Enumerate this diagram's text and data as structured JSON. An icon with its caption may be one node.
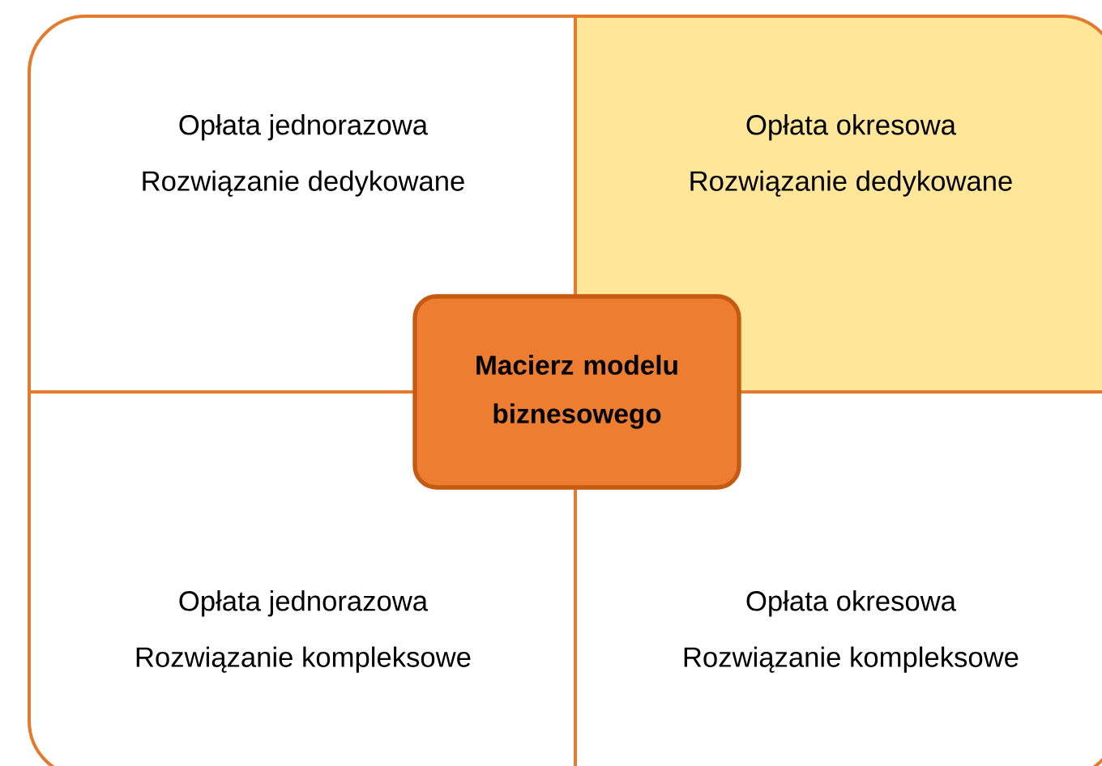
{
  "diagram": {
    "nodes": [
      {
        "text": [
          "Opłata jednorazowa",
          "Rozwiązanie dedykowane"
        ]
      },
      {
        "text": [
          "Opłata okresowa",
          "Rozwiązanie dedykowane"
        ]
      },
      {
        "text": [
          "Opłata jednorazowa",
          "Rozwiązanie kompleksowe"
        ]
      },
      {
        "text": [
          "Opłata okresowa",
          "Rozwiązanie kompleksowe"
        ]
      },
      {
        "text": [
          "Macierz modelu biznesowego"
        ]
      }
    ]
  }
}
